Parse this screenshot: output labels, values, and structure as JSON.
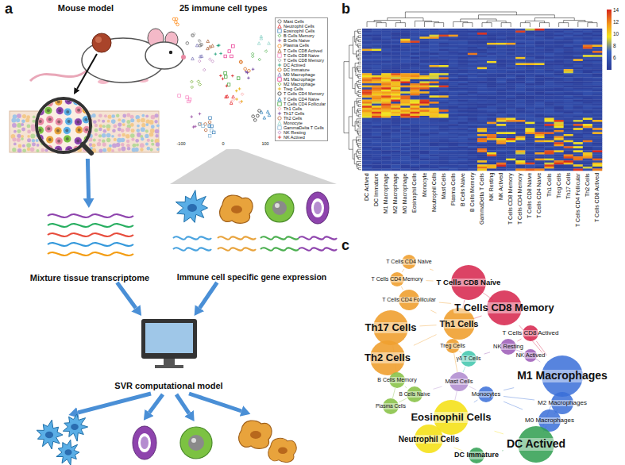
{
  "diagram": {
    "nodes": [
      {
        "text": [
          "Mouse model"
        ]
      },
      {
        "text": [
          "25 immune cell types"
        ]
      },
      {
        "text": [
          "Mixture tissue transcriptome"
        ]
      },
      {
        "text": [
          "Immune cell specific gene expression"
        ]
      },
      {
        "text": [
          "SVR computational model"
        ]
      },
      {
        "text": [
          "T Cells CD4 Naive"
        ]
      },
      {
        "text": [
          "T Cells CD4 Memory"
        ]
      },
      {
        "text": [
          "T Cells CD8 Naive"
        ]
      },
      {
        "text": [
          "T Cells CD4 Follicular"
        ]
      },
      {
        "text": [
          "T Cells CD8 Memory"
        ]
      },
      {
        "text": [
          "Th1 Cells"
        ]
      },
      {
        "text": [
          "T Cells CD8 Actived"
        ]
      },
      {
        "text": [
          "Th17 Cells"
        ]
      },
      {
        "text": [
          "Treg Cells"
        ]
      },
      {
        "text": [
          "NK Resting"
        ]
      },
      {
        "text": [
          "NK Actived"
        ]
      },
      {
        "text": [
          "Th2 Cells"
        ]
      },
      {
        "text": [
          "γδ T Cells"
        ]
      },
      {
        "text": [
          "M1 Macrophages"
        ]
      },
      {
        "text": [
          "B Cells Memory"
        ]
      },
      {
        "text": [
          "Mast Cells"
        ]
      },
      {
        "text": [
          "B Cells Naive"
        ]
      },
      {
        "text": [
          "Monocytes"
        ]
      },
      {
        "text": [
          "M2 Macrophages"
        ]
      },
      {
        "text": [
          "Plasma Cells"
        ]
      },
      {
        "text": [
          "M0 Macrophages"
        ]
      },
      {
        "text": [
          "Eosinophil Cells"
        ]
      },
      {
        "text": [
          "Neutrophil Cells"
        ]
      },
      {
        "text": [
          "DC Actived"
        ]
      },
      {
        "text": [
          "DC Immature"
        ]
      }
    ],
    "edges": [
      {
        "from": 0,
        "to": 2,
        "arrow": "to"
      },
      {
        "from": 2,
        "to": 4,
        "arrow": "to"
      },
      {
        "from": 3,
        "to": 4,
        "arrow": "to"
      },
      {
        "from": 5,
        "to": 6,
        "arrow": "none"
      },
      {
        "from": 5,
        "to": 7,
        "arrow": "none"
      },
      {
        "from": 6,
        "to": 7,
        "arrow": "none"
      },
      {
        "from": 6,
        "to": 8,
        "arrow": "none"
      },
      {
        "from": 7,
        "to": 9,
        "arrow": "none"
      },
      {
        "from": 8,
        "to": 9,
        "arrow": "none"
      },
      {
        "from": 8,
        "to": 12,
        "arrow": "none"
      },
      {
        "from": 9,
        "to": 10,
        "arrow": "none"
      },
      {
        "from": 10,
        "to": 12,
        "arrow": "none"
      },
      {
        "from": 10,
        "to": 16,
        "arrow": "none"
      },
      {
        "from": 12,
        "to": 16,
        "arrow": "none"
      },
      {
        "from": 9,
        "to": 11,
        "arrow": "none"
      },
      {
        "from": 10,
        "to": 13,
        "arrow": "none"
      },
      {
        "from": 13,
        "to": 17,
        "arrow": "none"
      },
      {
        "from": 7,
        "to": 10,
        "arrow": "none"
      },
      {
        "from": 8,
        "to": 10,
        "arrow": "none"
      },
      {
        "from": 11,
        "to": 14,
        "arrow": "none"
      },
      {
        "from": 14,
        "to": 15,
        "arrow": "none"
      },
      {
        "from": 14,
        "to": 17,
        "arrow": "none"
      },
      {
        "from": 15,
        "to": 18,
        "arrow": "none"
      },
      {
        "from": 19,
        "to": 21,
        "arrow": "none"
      },
      {
        "from": 21,
        "to": 24,
        "arrow": "none"
      },
      {
        "from": 19,
        "to": 24,
        "arrow": "none"
      },
      {
        "from": 16,
        "to": 19,
        "arrow": "none"
      },
      {
        "from": 20,
        "to": 21,
        "arrow": "none"
      },
      {
        "from": 18,
        "to": 23,
        "arrow": "none"
      },
      {
        "from": 23,
        "to": 25,
        "arrow": "none"
      },
      {
        "from": 22,
        "to": 23,
        "arrow": "none"
      },
      {
        "from": 22,
        "to": 25,
        "arrow": "none"
      },
      {
        "from": 18,
        "to": 22,
        "arrow": "none"
      },
      {
        "from": 20,
        "to": 22,
        "arrow": "none"
      },
      {
        "from": 26,
        "to": 27,
        "arrow": "none"
      },
      {
        "from": 26,
        "to": 28,
        "arrow": "none"
      },
      {
        "from": 27,
        "to": 29,
        "arrow": "none"
      },
      {
        "from": 28,
        "to": 29,
        "arrow": "none"
      },
      {
        "from": 25,
        "to": 28,
        "arrow": "none"
      },
      {
        "from": 22,
        "to": 26,
        "arrow": "none"
      },
      {
        "from": 18,
        "to": 28,
        "arrow": "none"
      },
      {
        "from": 20,
        "to": 26,
        "arrow": "none"
      },
      {
        "from": 9,
        "to": 18,
        "arrow": "none"
      },
      {
        "from": 12,
        "to": 19,
        "arrow": "none"
      },
      {
        "from": 17,
        "to": 20,
        "arrow": "none"
      },
      {
        "from": 13,
        "to": 20,
        "arrow": "none"
      },
      {
        "from": 11,
        "to": 18,
        "arrow": "none"
      }
    ],
    "labels": [
      "a",
      "-100",
      "0",
      "100",
      "b",
      "14",
      "12",
      "10",
      "8",
      "6",
      "DC Actived",
      "DC Immature",
      "M1 Macrophage",
      "M2 Macrophage",
      "M0 Macrophage",
      "Eosinophil Cells",
      "Monocyte",
      "Neutrophil Cells",
      "Mast Cells",
      "Plasma Cells",
      "B Cells Naive",
      "B Cells Memory",
      "GammaDelta T Cells",
      "NK Resting",
      "NK Actived",
      "T Cells CD8 Memory",
      "T Cells CD4 Memory",
      "T Cells CD8 Naive",
      "T Cells CD4 Naive",
      "Th1 Cells",
      "Treg Cells",
      "Th17 Cells",
      "T Cells CD4 Follicular",
      "Th2 Cells",
      "T Cells CD8 Actived",
      "c"
    ],
    "legend": [
      {
        "text": "Mast Cells"
      },
      {
        "text": "Neutrophil Cells"
      },
      {
        "text": "Eosinophil Cells"
      },
      {
        "text": "B Cells Memory"
      },
      {
        "text": "B Cells Naive"
      },
      {
        "text": "Plasma Cells"
      },
      {
        "text": "T Cells CD8 Actived"
      },
      {
        "text": "T Cells CD8 Naive"
      },
      {
        "text": "T Cells CD8 Memory"
      },
      {
        "text": "DC Actived"
      },
      {
        "text": "DC Immature"
      },
      {
        "text": "M0 Macrophage"
      },
      {
        "text": "M1 Macrophage"
      },
      {
        "text": "M2 Macrophage"
      },
      {
        "text": "Treg Cells"
      },
      {
        "text": "T Cells CD4 Memory"
      },
      {
        "text": "T Cells CD4 Naive"
      },
      {
        "text": "T Cells CD4 Follicular"
      },
      {
        "text": "Th1 Cells"
      },
      {
        "text": "Th17 Cells"
      },
      {
        "text": "Th2 Cells"
      },
      {
        "text": "Monocyte"
      },
      {
        "text": "GammaDelta T Cells"
      },
      {
        "text": "NK Resting"
      },
      {
        "text": "NK Actived"
      }
    ]
  }
}
